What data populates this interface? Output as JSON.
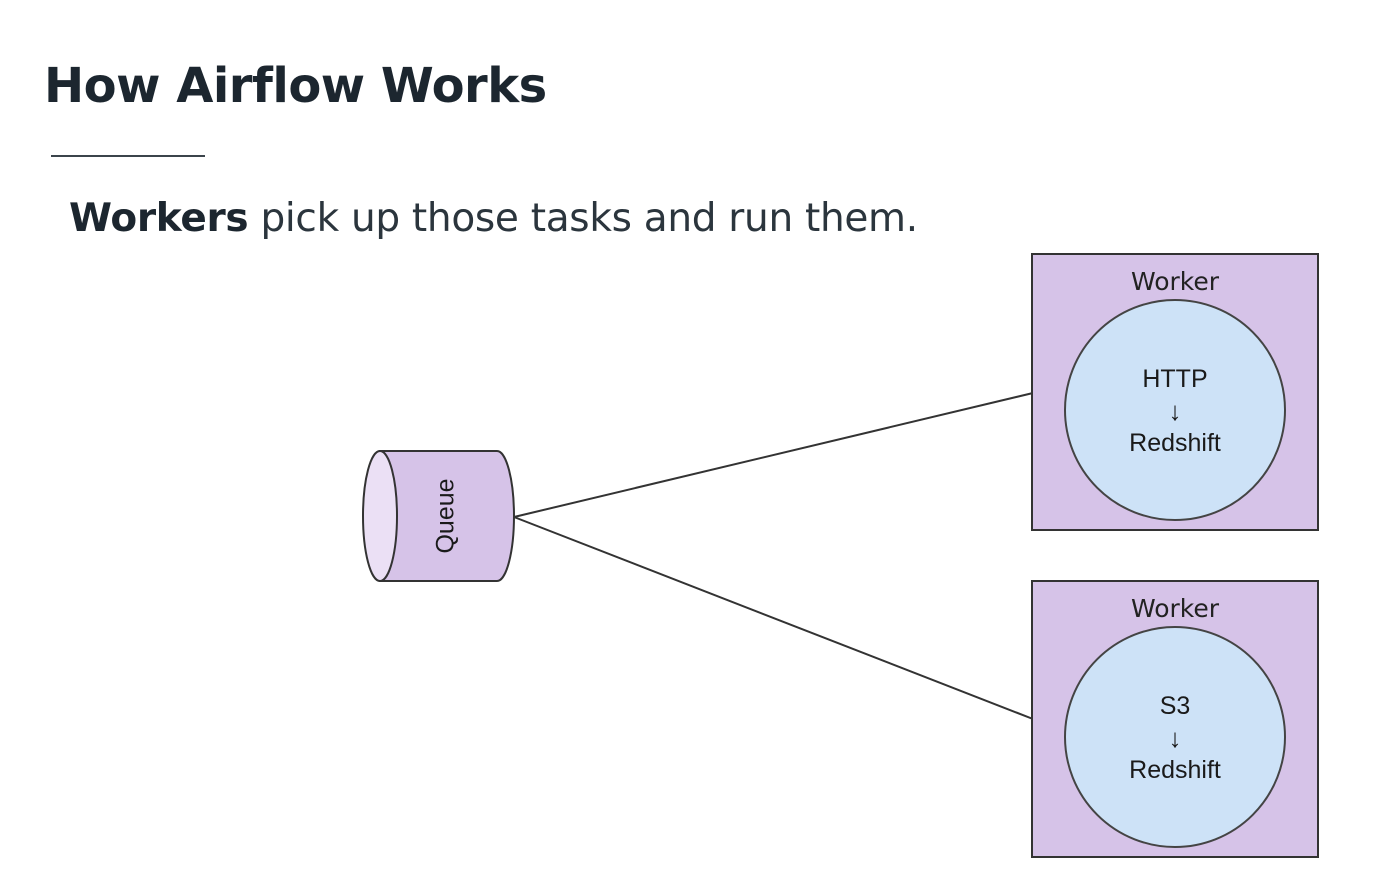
{
  "slide": {
    "title": "How Airflow Works",
    "subtitle_bold": "Workers",
    "subtitle_rest": " pick up those tasks and run them."
  },
  "diagram": {
    "queue": {
      "label": "Queue"
    },
    "workers": [
      {
        "label": "Worker",
        "task_source": "HTTP",
        "arrow": "↓",
        "task_target": "Redshift"
      },
      {
        "label": "Worker",
        "task_source": "S3",
        "arrow": "↓",
        "task_target": "Redshift"
      }
    ]
  },
  "colors": {
    "worker_fill": "#d6c3e8",
    "task_fill": "#cde2f7",
    "queue_fill": "#d6c3e8",
    "queue_cap_fill": "#ebe0f5",
    "stroke": "#333333"
  }
}
